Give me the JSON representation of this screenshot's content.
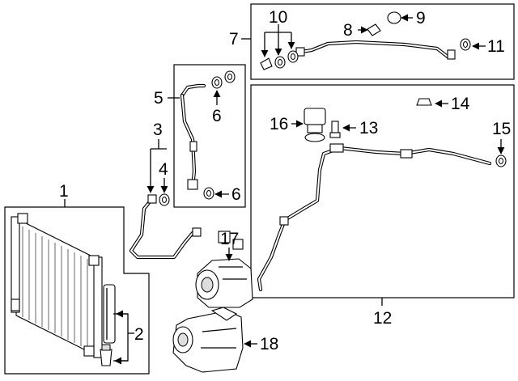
{
  "diagram": {
    "background": "#ffffff",
    "ink": "#000000",
    "callouts": {
      "c1": "1",
      "c2": "2",
      "c3": "3",
      "c4": "4",
      "c5": "5",
      "c6a": "6",
      "c6b": "6",
      "c7": "7",
      "c8": "8",
      "c9": "9",
      "c10": "10",
      "c11": "11",
      "c12": "12",
      "c13": "13",
      "c14": "14",
      "c15": "15",
      "c16": "16",
      "c17": "17",
      "c18": "18"
    }
  }
}
